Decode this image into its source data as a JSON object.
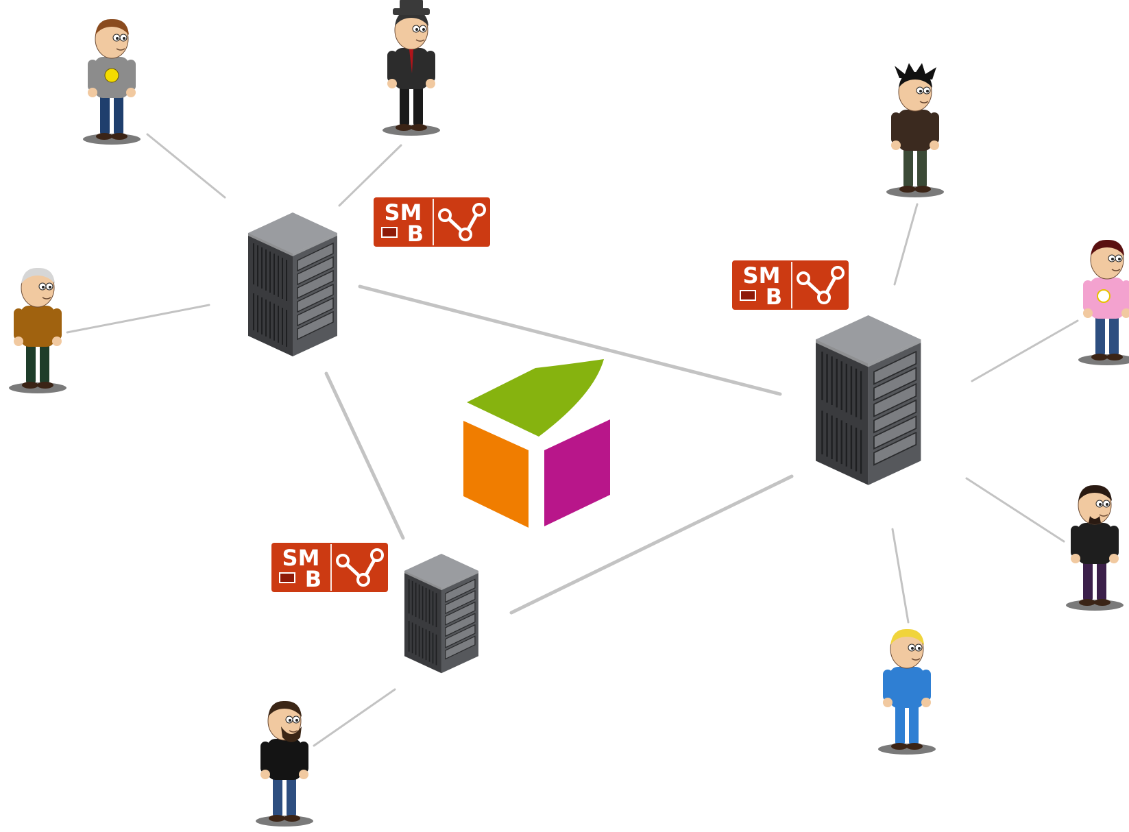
{
  "badges": [
    {
      "line1": "SM",
      "line2": "OB"
    },
    {
      "line1": "SM",
      "line2": "OB"
    },
    {
      "line1": "SM",
      "line2": "OB"
    }
  ],
  "colors": {
    "badge_red": "#cc3a12",
    "badge_dark": "#8e1a08",
    "link_gray": "#c3c3c3",
    "server_dark": "#3a3b3e",
    "server_mid": "#6b6d71",
    "server_light": "#9a9ca0",
    "cube_green": "#86b30f",
    "cube_orange": "#f07d00",
    "cube_magenta": "#b8168a"
  },
  "icons": {
    "server": "server-rack-icon",
    "person": "person-icon",
    "logo": "smob-logo-icon",
    "hub": "cube-logo-icon"
  }
}
